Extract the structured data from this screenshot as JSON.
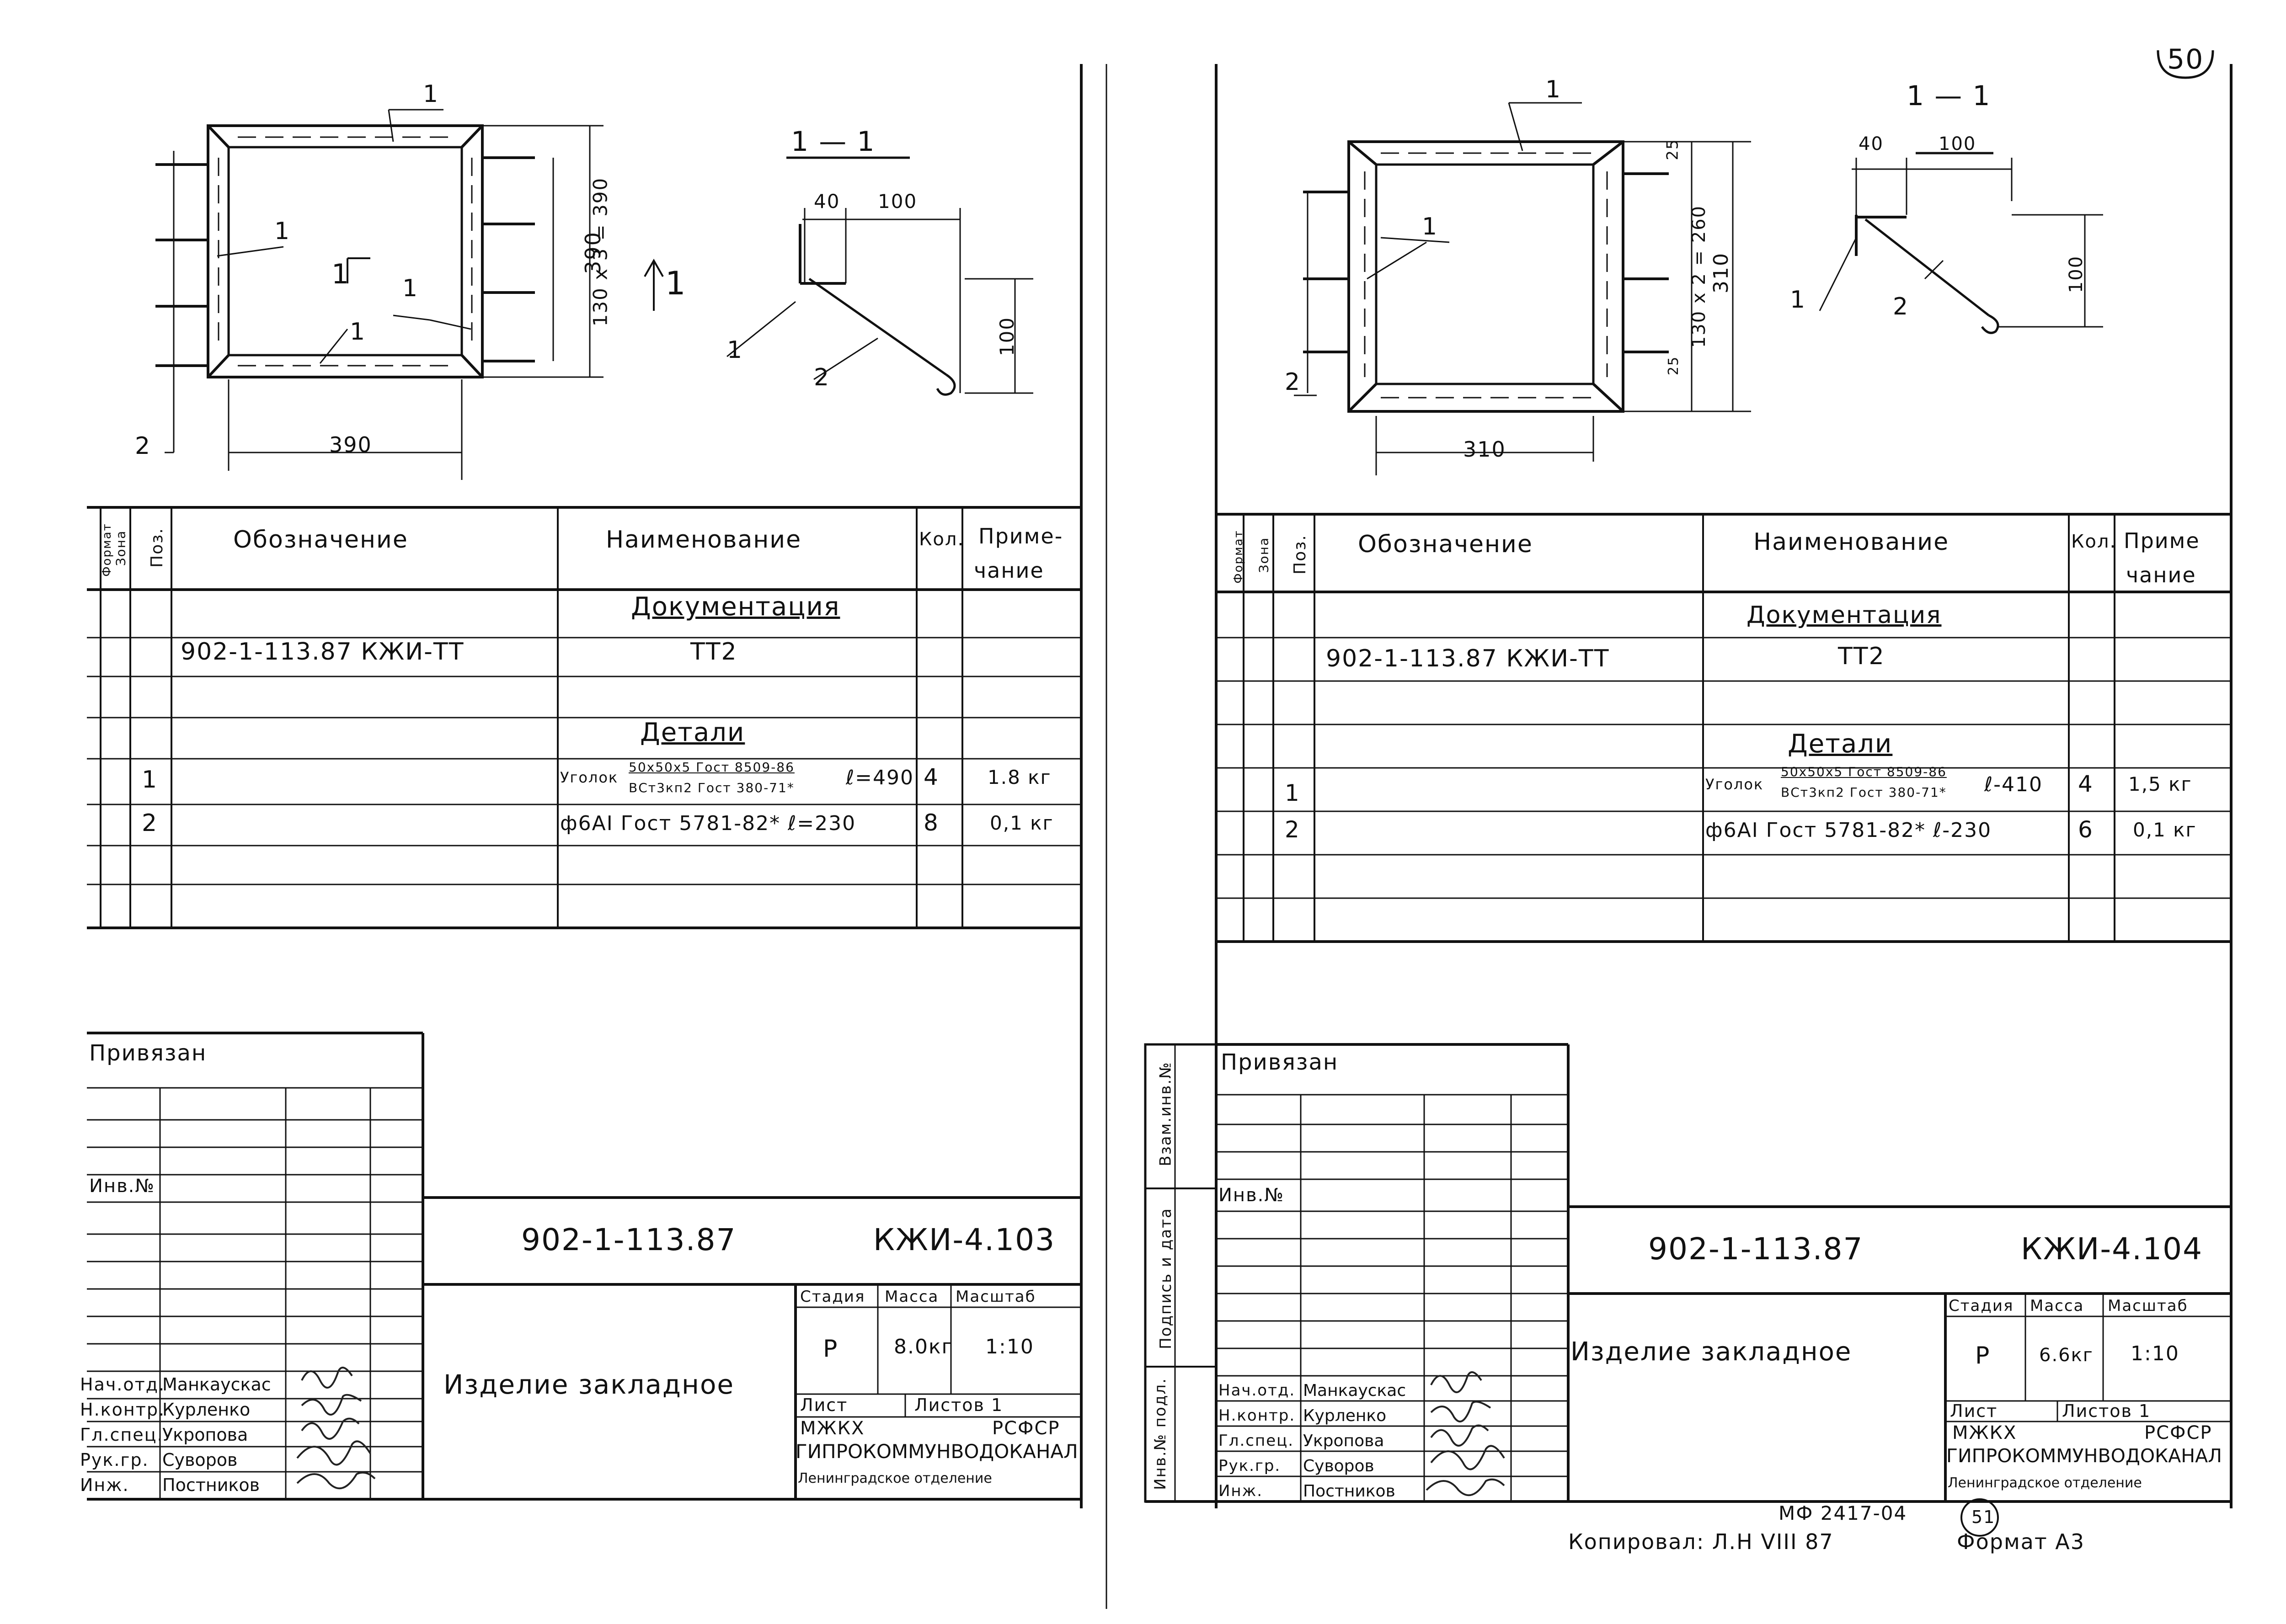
{
  "page_corner": {
    "stamp_text": "50"
  },
  "left": {
    "drawing": {
      "callouts": {
        "top": "1",
        "left": "1",
        "center": "1",
        "right": "1",
        "bottom": "1",
        "rebar": "2"
      },
      "dims": {
        "height_pitch": "130 x 3 = 390",
        "height": "390",
        "width": "390"
      },
      "section_mark": "1",
      "section_arrow_label": "1"
    },
    "section": {
      "title": "1 — 1",
      "dim_a": "40",
      "dim_b": "100",
      "dim_c": "100",
      "pos_angle": "1",
      "pos_rebar": "2"
    },
    "spec": {
      "headers": {
        "format": "Формат",
        "zone": "Зона",
        "pos": "Поз.",
        "designation": "Обозначение",
        "name": "Наименование",
        "qty": "Кол.",
        "note_l1": "Приме-",
        "note_l2": "чание"
      },
      "section_docs": "Документация",
      "doc_designation": "902-1-113.87   КЖИ-ТТ",
      "doc_name": "ТТ2",
      "section_details": "Детали",
      "rows": [
        {
          "pos": "1",
          "name_prefix": "Уголок",
          "name_top": "50x50x5 Гост 8509-86",
          "name_bottom": "ВСт3кп2 Гост 380-71*",
          "length": "ℓ=490",
          "qty": "4",
          "note": "1.8 кг"
        },
        {
          "pos": "2",
          "name": "ф6АⅠ Гост 5781-82*  ℓ=230",
          "qty": "8",
          "note": "0,1 кг"
        }
      ]
    },
    "stamp": {
      "privyazan": "Привязан",
      "inv_no": "Инв.№",
      "project_code": "902-1-113.87",
      "sheet_code": "КЖИ-4.103",
      "title": "Изделие закладное",
      "stage_hdr": "Стадия",
      "mass_hdr": "Масса",
      "scale_hdr": "Масштаб",
      "stage": "Р",
      "mass": "8.0кг",
      "scale": "1:10",
      "sheet_lbl": "Лист",
      "sheets_lbl": "Листов 1",
      "org1": "МЖКХ",
      "org1r": "РСФСР",
      "org2": "ГИПРОКОММУНВОДОКАНАЛ",
      "org3": "Ленинградское отделение",
      "roles": [
        "Нач.отд.",
        "Н.контр.",
        "Гл.спец.",
        "Рук.гр.",
        "Инж."
      ],
      "names": [
        "Манкаускас",
        "Курленко",
        "Укропова",
        "Суворов",
        "Постников"
      ]
    }
  },
  "right": {
    "drawing": {
      "callouts": {
        "top": "1",
        "left": "1",
        "rebar": "2"
      },
      "dims": {
        "top": "25",
        "pitch": "130 x 2 = 260",
        "height": "310",
        "bottom": "25",
        "width": "310"
      }
    },
    "section": {
      "title": "1 — 1",
      "dim_a": "40",
      "dim_b": "100",
      "dim_c": "100",
      "pos_angle": "1",
      "pos_rebar": "2"
    },
    "spec": {
      "headers": {
        "format": "Формат",
        "zone": "Зона",
        "pos": "Поз.",
        "designation": "Обозначение",
        "name": "Наименование",
        "qty": "Кол.",
        "note_l1": "Приме",
        "note_l2": "чание"
      },
      "section_docs": "Документация",
      "doc_designation": "902-1-113.87   КЖИ-ТТ",
      "doc_name": "ТТ2",
      "section_details": "Детали",
      "rows": [
        {
          "pos": "1",
          "name_prefix": "Уголок",
          "name_top": "50x50x5 Гост 8509-86",
          "name_bottom": "ВСт3кп2 Гост 380-71*",
          "length": "ℓ-410",
          "qty": "4",
          "note": "1,5 кг"
        },
        {
          "pos": "2",
          "name": "ф6АⅠ Гост 5781-82*  ℓ-230",
          "qty": "6",
          "note": "0,1 кг"
        }
      ]
    },
    "side_labels": {
      "s1": "Взам.инв.№",
      "s2": "Подпись и дата",
      "s3": "Инв.№ подл."
    },
    "stamp": {
      "privyazan": "Привязан",
      "inv_no": "Инв.№",
      "project_code": "902-1-113.87",
      "sheet_code": "КЖИ-4.104",
      "title": "Изделие закладное",
      "stage_hdr": "Стадия",
      "mass_hdr": "Масса",
      "scale_hdr": "Масштаб",
      "stage": "Р",
      "mass": "6.6кг",
      "scale": "1:10",
      "sheet_lbl": "Лист",
      "sheets_lbl": "Листов 1",
      "org1": "МЖКХ",
      "org1r": "РСФСР",
      "org2": "ГИПРОКОММУНВОДОКАНАЛ",
      "org3": "Ленинградское отделение",
      "roles": [
        "Нач.отд.",
        "Н.контр.",
        "Гл.спец.",
        "Рук.гр.",
        "Инж."
      ],
      "names": [
        "Манкаускас",
        "Курленко",
        "Укропова",
        "Суворов",
        "Постников"
      ]
    }
  },
  "footer": {
    "mf": "МФ 2417-04",
    "circle_no": "51",
    "copied": "Копировал: Л.Н  VIII 87",
    "format": "Формат А3"
  }
}
